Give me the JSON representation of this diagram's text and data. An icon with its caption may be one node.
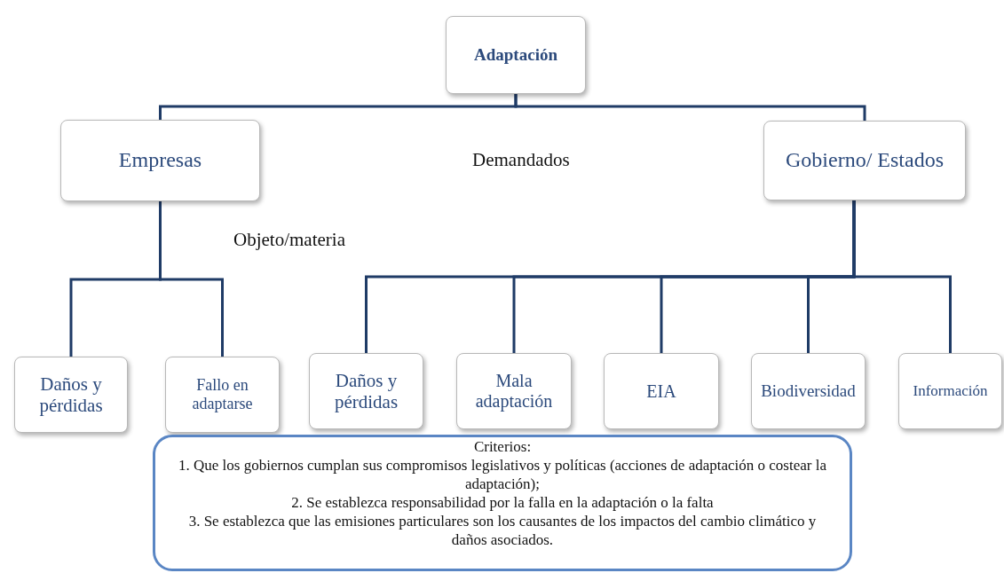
{
  "diagram": {
    "nodes": [
      {
        "text": [
          "Adaptación"
        ]
      },
      {
        "text": [
          "Empresas"
        ]
      },
      {
        "text": [
          "Gobierno/ Estados"
        ]
      },
      {
        "text": [
          "Daños y pérdidas"
        ]
      },
      {
        "text": [
          "Fallo en adaptarse"
        ]
      },
      {
        "text": [
          "Daños y pérdidas"
        ]
      },
      {
        "text": [
          "Mala adaptación"
        ]
      },
      {
        "text": [
          "EIA"
        ]
      },
      {
        "text": [
          "Biodiversidad"
        ]
      },
      {
        "text": [
          "Información"
        ]
      },
      {
        "text": [
          "Criterios:",
          "1. Que los gobiernos cumplan sus compromisos legislativos y políticas (acciones de adaptación o costear la adaptación);",
          "2. Se establezca responsabilidad por la falla en la adaptación o la falta",
          "3. Se establezca que las emisiones particulares son los causantes de los impactos del cambio climático y daños asociados."
        ]
      }
    ],
    "edges": [
      {
        "from": 0,
        "to": 1,
        "arrow": "none"
      },
      {
        "from": 0,
        "to": 2,
        "arrow": "none"
      },
      {
        "from": 1,
        "to": 3,
        "arrow": "none"
      },
      {
        "from": 1,
        "to": 4,
        "arrow": "none"
      },
      {
        "from": 2,
        "to": 5,
        "arrow": "none"
      },
      {
        "from": 2,
        "to": 6,
        "arrow": "none"
      },
      {
        "from": 2,
        "to": 7,
        "arrow": "none"
      },
      {
        "from": 2,
        "to": 8,
        "arrow": "none"
      },
      {
        "from": 2,
        "to": 9,
        "arrow": "none"
      }
    ],
    "labels": [
      "Demandados",
      "Objeto/materia"
    ]
  }
}
